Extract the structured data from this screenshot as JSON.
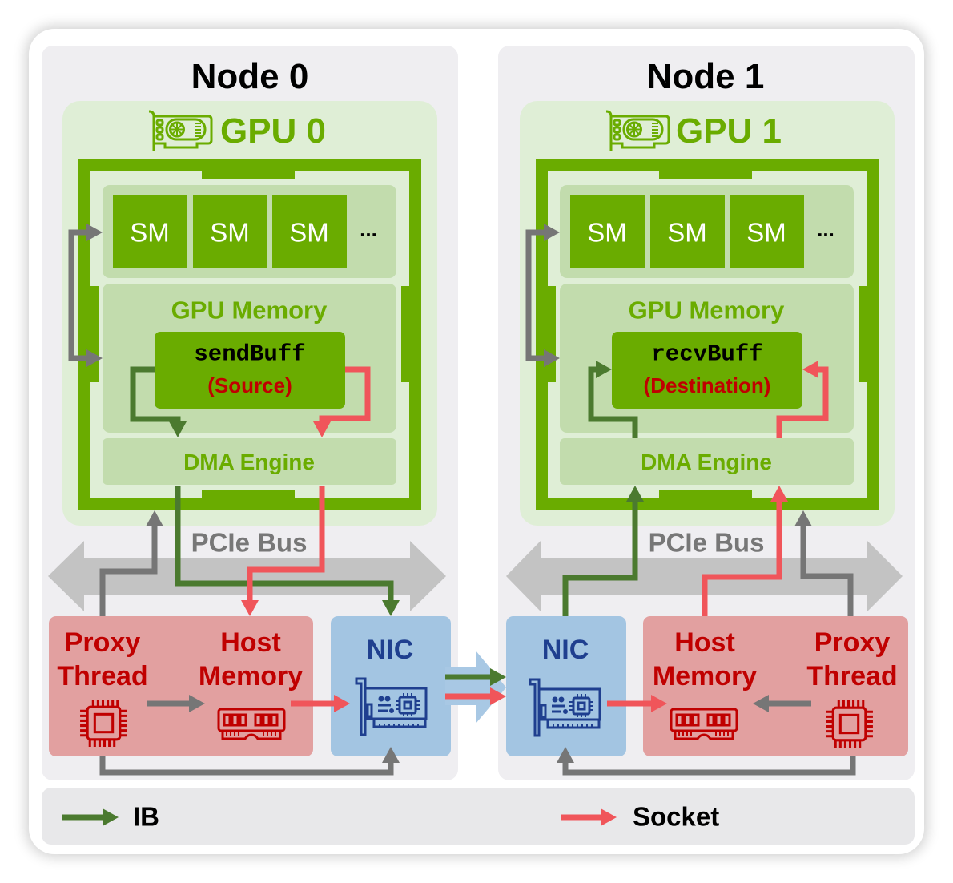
{
  "nodes": [
    {
      "title": "Node 0",
      "gpu": {
        "title": "GPU 0",
        "sm_units": [
          "SM",
          "SM",
          "SM"
        ],
        "sm_more": "...",
        "memory_label": "GPU Memory",
        "buffer_name": "sendBuff",
        "buffer_role": "(Source)",
        "dma_label": "DMA Engine"
      },
      "pcie_label": "PCIe Bus",
      "host": {
        "proxy_line1": "Proxy",
        "proxy_line2": "Thread",
        "memory_line1": "Host",
        "memory_line2": "Memory"
      },
      "nic_label": "NIC"
    },
    {
      "title": "Node 1",
      "gpu": {
        "title": "GPU 1",
        "sm_units": [
          "SM",
          "SM",
          "SM"
        ],
        "sm_more": "...",
        "memory_label": "GPU Memory",
        "buffer_name": "recvBuff",
        "buffer_role": "(Destination)",
        "dma_label": "DMA Engine"
      },
      "pcie_label": "PCIe Bus",
      "host": {
        "proxy_line1": "Proxy",
        "proxy_line2": "Thread",
        "memory_line1": "Host",
        "memory_line2": "Memory"
      },
      "nic_label": "NIC"
    }
  ],
  "legend": [
    {
      "label": "IB",
      "color_key": "ib"
    },
    {
      "label": "Socket",
      "color_key": "socket"
    }
  ],
  "icons": {
    "gpu": "gpu-card-icon",
    "cpu": "cpu-chip-icon",
    "ram": "ram-module-icon",
    "nic": "network-card-icon"
  },
  "colors": {
    "ib": "#4b7a2f",
    "socket": "#f0555a",
    "ctrl": "#767676",
    "gpu": "#6aac00",
    "host-text": "#c00000",
    "nic-text": "#1f3f8f"
  }
}
